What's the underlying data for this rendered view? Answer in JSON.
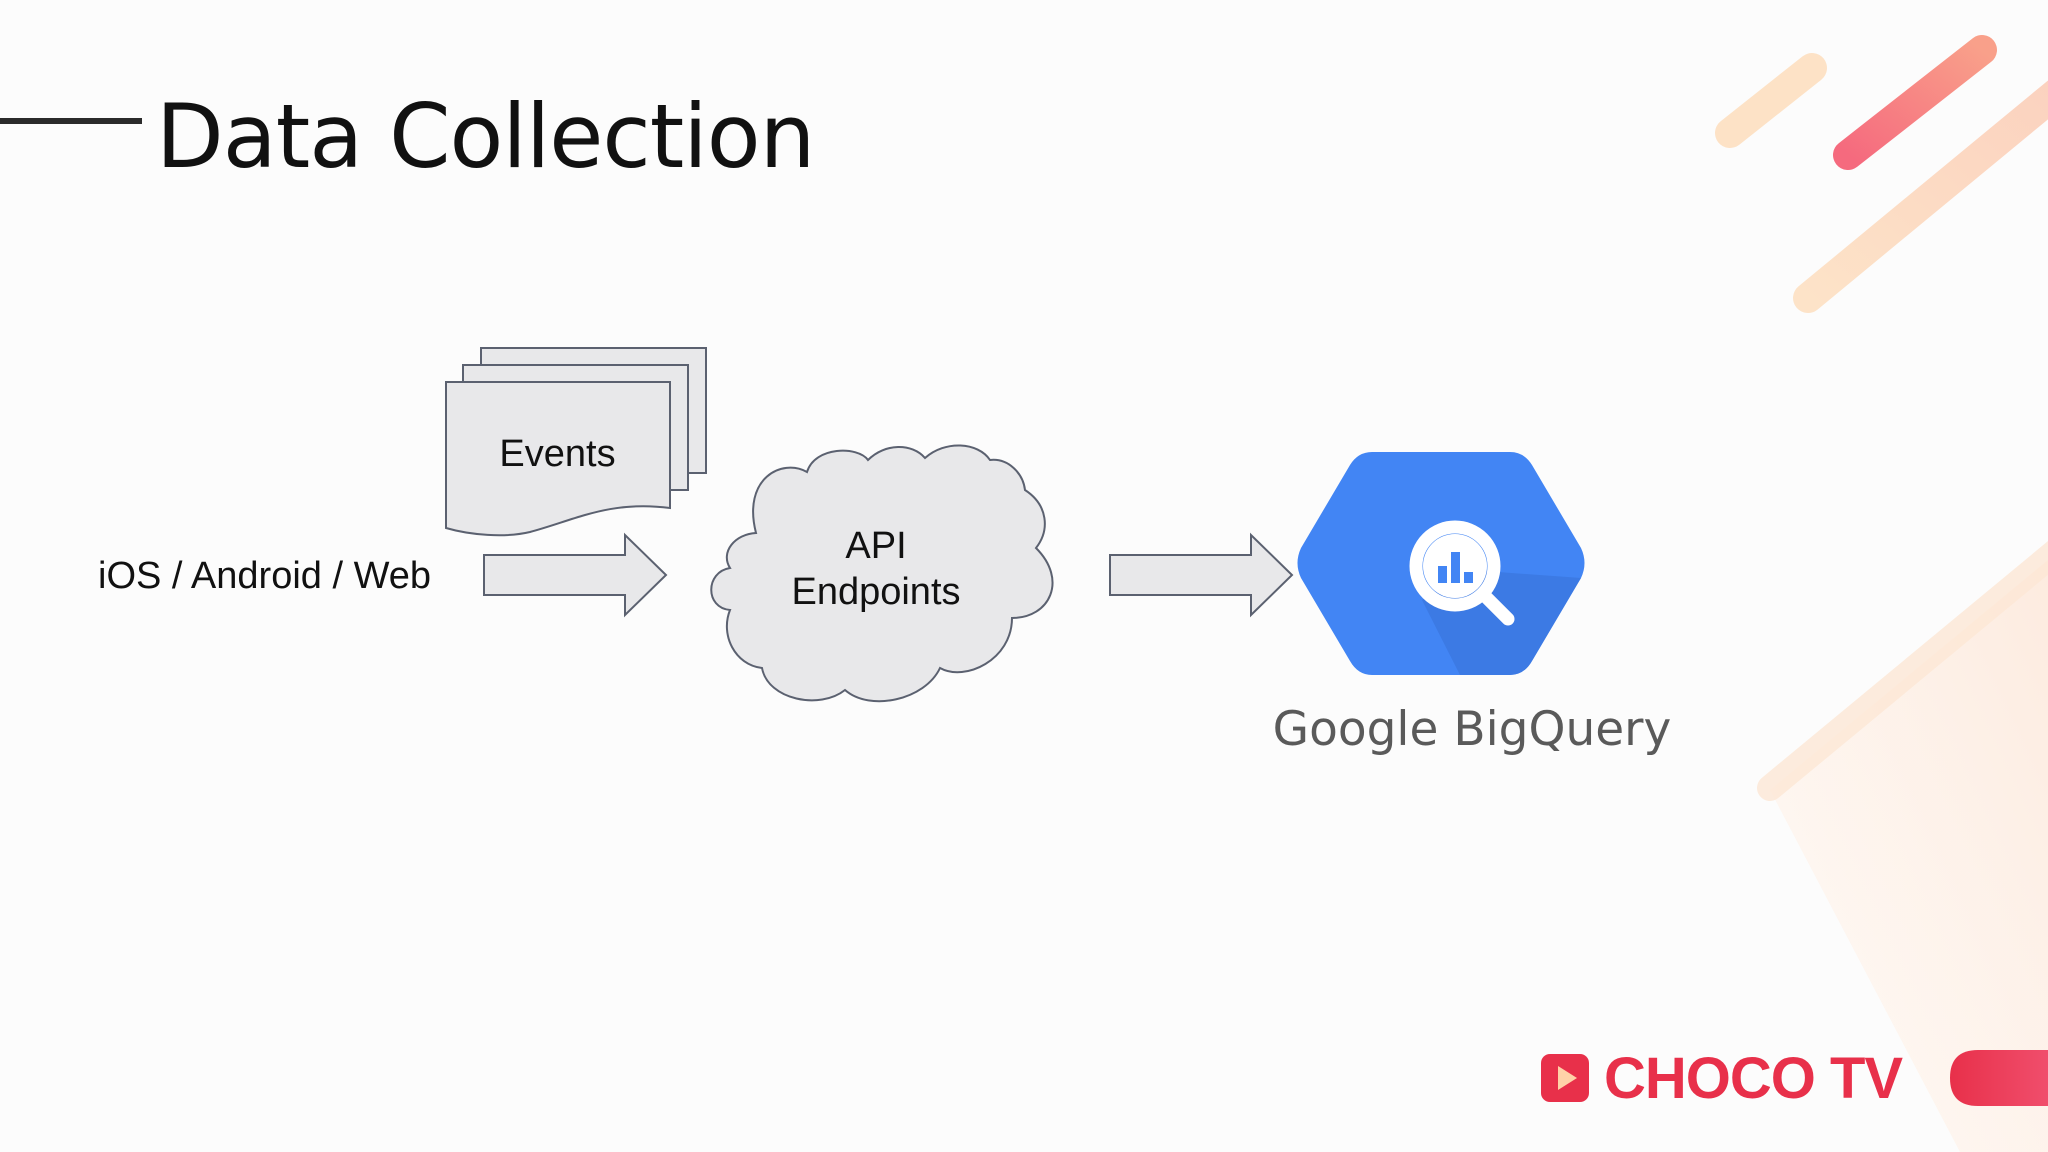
{
  "slide": {
    "title": "Data Collection"
  },
  "diagram": {
    "source_label": "iOS / Android / Web",
    "events_label": "Events",
    "api_label_line1": "API",
    "api_label_line2": "Endpoints",
    "destination_label": "Google BigQuery",
    "destination_icon": "bigquery-icon"
  },
  "branding": {
    "name": "CHOCO TV",
    "icon": "play-icon",
    "brand_color": "#e8304a",
    "accent_blue": "#4285f4"
  }
}
